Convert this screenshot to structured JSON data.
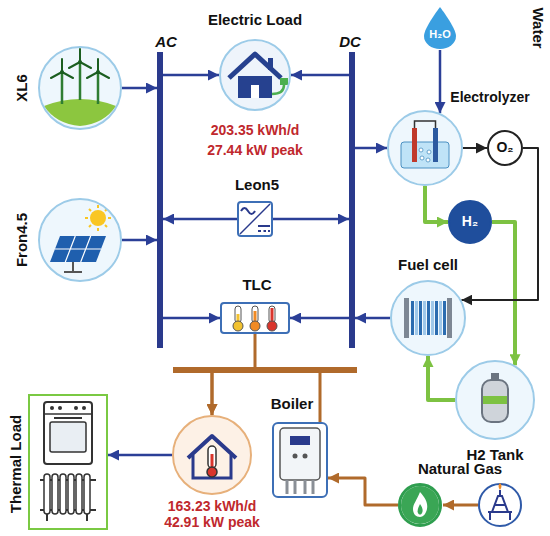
{
  "diagram": {
    "nodes": [
      {
        "text": [
          "XL6"
        ]
      },
      {
        "text": [
          "Fron4.5"
        ]
      },
      {
        "text": [
          "AC"
        ]
      },
      {
        "text": [
          "Electric Load",
          "203.35 kWh/d",
          "27.44 kW peak"
        ]
      },
      {
        "text": [
          "Leon5"
        ]
      },
      {
        "text": [
          "TLC"
        ]
      },
      {
        "text": [
          "DC"
        ]
      },
      {
        "text": [
          "Water",
          "H₂O"
        ]
      },
      {
        "text": [
          "Electrolyzer"
        ]
      },
      {
        "text": [
          "O₂"
        ]
      },
      {
        "text": [
          "H₂"
        ]
      },
      {
        "text": [
          "Fuel cell"
        ]
      },
      {
        "text": [
          "H2 Tank"
        ]
      },
      {
        "text": [
          "163.23 kWh/d",
          "42.91 kW peak"
        ]
      },
      {
        "text": [
          "Thermal Load"
        ]
      },
      {
        "text": [
          "Boiler"
        ]
      },
      {
        "text": [
          "Natural Gas"
        ]
      }
    ],
    "edges": [
      {
        "from": 0,
        "to": 2,
        "arrow": "to"
      },
      {
        "from": 1,
        "to": 2,
        "arrow": "to"
      },
      {
        "from": 2,
        "to": 3,
        "arrow": "to"
      },
      {
        "from": 6,
        "to": 3,
        "arrow": "to"
      },
      {
        "from": 4,
        "to": 2,
        "arrow": "to"
      },
      {
        "from": 4,
        "to": 6,
        "arrow": "to"
      },
      {
        "from": 2,
        "to": 5,
        "arrow": "to"
      },
      {
        "from": 6,
        "to": 5,
        "arrow": "to"
      },
      {
        "from": 5,
        "to": 13,
        "arrow": "to"
      },
      {
        "from": 15,
        "to": 13,
        "arrow": "to"
      },
      {
        "from": 13,
        "to": 14,
        "arrow": "to"
      },
      {
        "from": 16,
        "to": 15,
        "arrow": "to"
      },
      {
        "from": 6,
        "to": 8,
        "arrow": "to"
      },
      {
        "from": 7,
        "to": 8,
        "arrow": "to"
      },
      {
        "from": 8,
        "to": 9,
        "arrow": "to"
      },
      {
        "from": 8,
        "to": 10,
        "arrow": "to"
      },
      {
        "from": 10,
        "to": 12,
        "arrow": "to"
      },
      {
        "from": 12,
        "to": 11,
        "arrow": "to"
      },
      {
        "from": 9,
        "to": 11,
        "arrow": "to"
      },
      {
        "from": 11,
        "to": 6,
        "arrow": "to"
      }
    ]
  }
}
